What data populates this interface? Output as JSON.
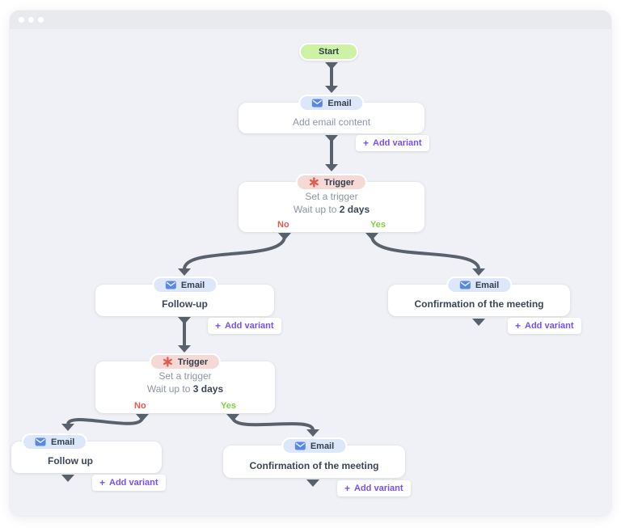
{
  "window": {
    "controls": [
      "window-dot",
      "window-dot",
      "window-dot"
    ]
  },
  "canvas": {
    "start_label": "Start",
    "add_variant": {
      "plus": "+",
      "label": "Add variant"
    },
    "nodes": {
      "email1": {
        "badge": "Email",
        "body": "Add email content"
      },
      "trigger1": {
        "badge": "Trigger",
        "line1": "Set a trigger",
        "wait_prefix": "Wait up to",
        "wait_value": "2 days",
        "no_label": "No",
        "yes_label": "Yes"
      },
      "followup1": {
        "badge": "Email",
        "title": "Follow-up"
      },
      "confirmation1": {
        "badge": "Email",
        "title": "Confirmation of the meeting"
      },
      "trigger2": {
        "badge": "Trigger",
        "line1": "Set a trigger",
        "wait_prefix": "Wait up to",
        "wait_value": "3 days",
        "no_label": "No",
        "yes_label": "Yes"
      },
      "followup2": {
        "badge": "Email",
        "title": "Follow up"
      },
      "confirmation2": {
        "badge": "Email",
        "title": "Confirmation of the meeting"
      }
    },
    "icons": {
      "email": "envelope",
      "trigger": "asterisk",
      "add": "plus"
    },
    "colors": {
      "start_green": "#cdf2a4",
      "email_badge_bg": "#dce8fa",
      "email_icon_blue": "#5b87e5",
      "trigger_badge_bg": "#f5d9d4",
      "trigger_icon_red": "#dd5f54",
      "yes_green": "#7ed23c",
      "no_red": "#e25950",
      "connector_gray": "#59616c",
      "variant_purple": "#7a4ff2",
      "canvas_bg": "#eff1f6",
      "titlebar_bg": "#e8eaee"
    }
  }
}
